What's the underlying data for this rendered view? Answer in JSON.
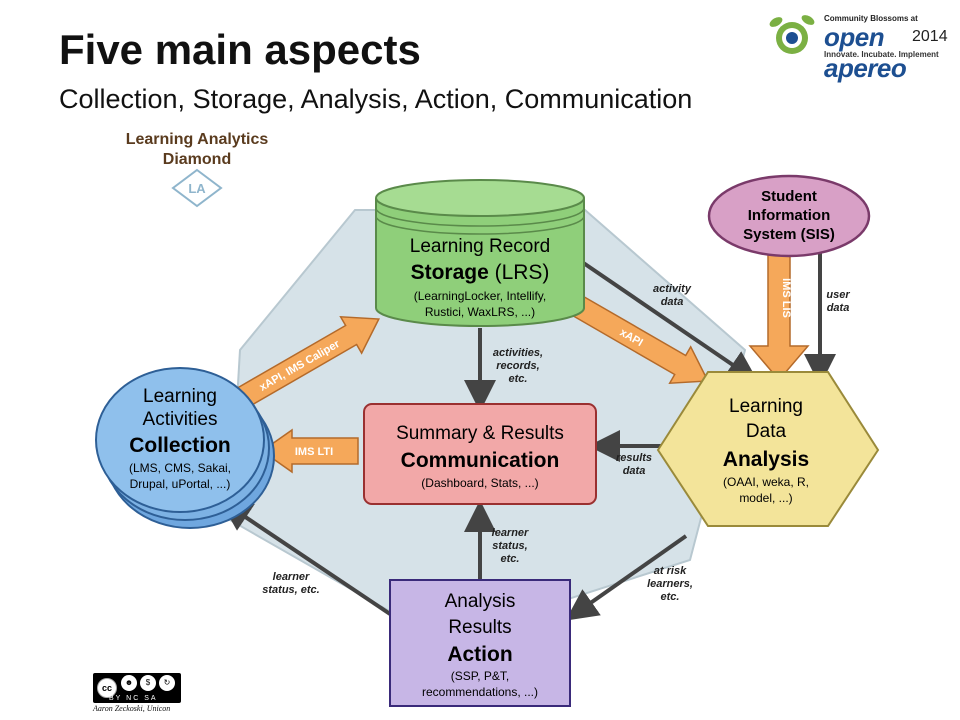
{
  "title": "Five main aspects",
  "subtitle": "Collection, Storage, Analysis, Action, Communication",
  "logo": {
    "small": "Community Blossoms at",
    "brand": "open apereo",
    "year": "2014",
    "tagline": "Innovate. Incubate. Implement"
  },
  "diamond_label": {
    "line1": "Learning Analytics",
    "line2": "Diamond",
    "badge": "LA"
  },
  "nodes": {
    "storage": {
      "line1": "Learning Record",
      "bold": "Storage",
      "suffix": " (LRS)",
      "detail1": "(LearningLocker, Intellify,",
      "detail2": "Rustici, WaxLRS, ...)",
      "color": "#8fcf7a"
    },
    "sis": {
      "line1": "Student",
      "line2": "Information",
      "line3": "System (SIS)",
      "color": "#d8a0c6"
    },
    "collection": {
      "line1": "Learning",
      "line2": "Activities",
      "bold": "Collection",
      "detail1": "(LMS, CMS, Sakai,",
      "detail2": "Drupal, uPortal, ...)",
      "color": "#6fa7df"
    },
    "communication": {
      "line1": "Summary & Results",
      "bold": "Communication",
      "detail1": "(Dashboard, Stats, ...)",
      "color": "#f2a8a8"
    },
    "analysis": {
      "line1": "Learning",
      "line2": "Data",
      "bold": "Analysis",
      "detail1": "(OAAI, weka, R,",
      "detail2": "model, ...)",
      "color": "#f3e49a"
    },
    "action": {
      "line1": "Analysis",
      "line2": "Results",
      "bold": "Action",
      "detail1": "(SSP, P&T,",
      "detail2": "recommendations, ...)",
      "color": "#c7b6e6"
    }
  },
  "protocols": {
    "xapi_caliper": "xAPI, IMS Caliper",
    "xapi": "xAPI",
    "ims_lti": "IMS LTI",
    "ims_lis": "IMS LIS"
  },
  "flows": {
    "activity_data": [
      "activity",
      "data"
    ],
    "user_data": [
      "user",
      "data"
    ],
    "activities_records": [
      "activities,",
      "records,",
      "etc."
    ],
    "results_data": [
      "results",
      "data"
    ],
    "learner_status_center": [
      "learner",
      "status,",
      "etc."
    ],
    "learner_status_left": [
      "learner",
      "status, etc."
    ],
    "at_risk": [
      "at risk",
      "learners,",
      "etc."
    ]
  },
  "license": {
    "badge": "BY NC SA",
    "author": "Aaron Zeckoski, Unicon"
  }
}
